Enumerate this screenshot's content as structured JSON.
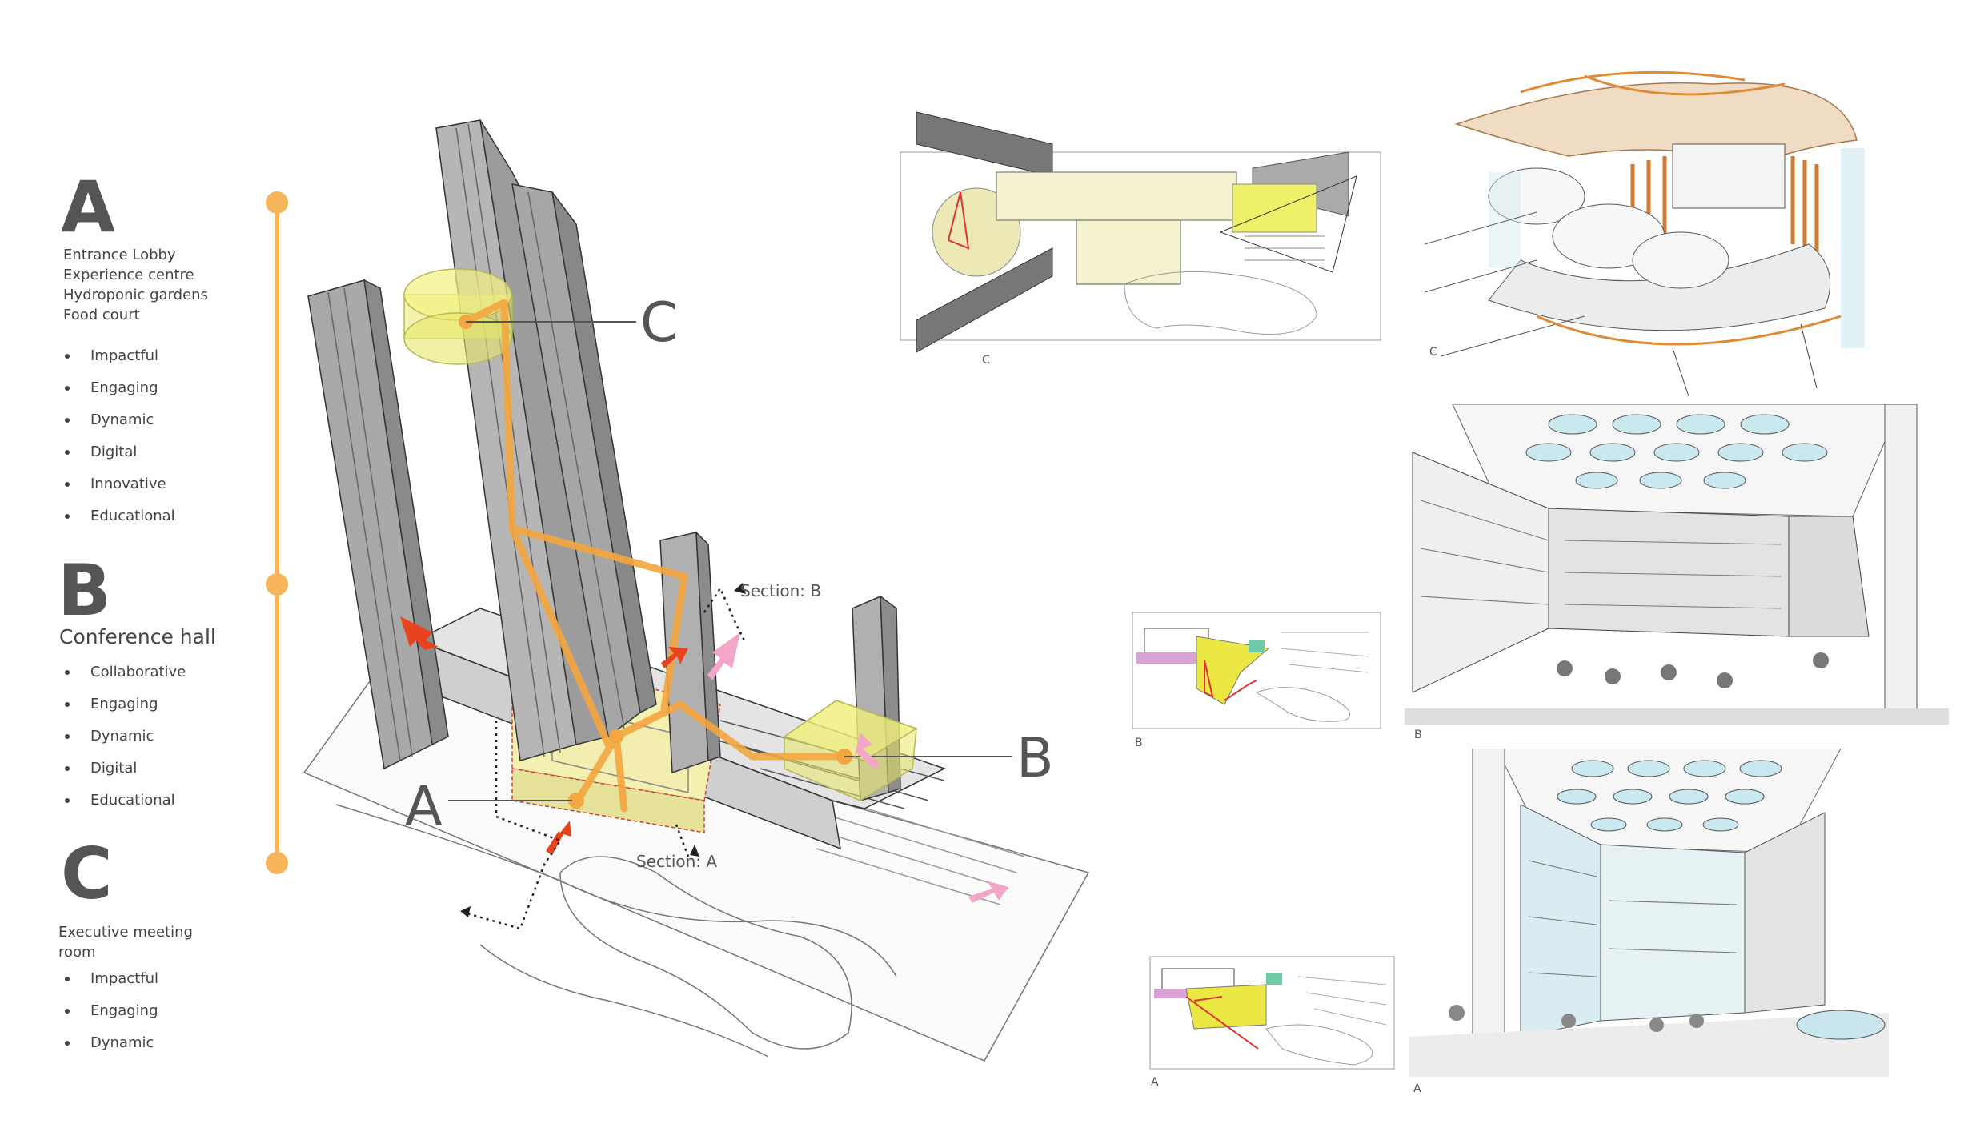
{
  "sections": [
    {
      "letter": "A",
      "lines": [
        "Entrance Lobby",
        "Experience centre",
        "Hydroponic gardens",
        "Food court"
      ],
      "bullets": [
        "Impactful",
        "Engaging",
        "Dynamic",
        "Digital",
        "Innovative",
        "Educational"
      ]
    },
    {
      "letter": "B",
      "subtitle": "Conference hall",
      "bullets": [
        "Collaborative",
        "Engaging",
        "Dynamic",
        "Digital",
        "Educational"
      ]
    },
    {
      "letter": "C",
      "lines": [
        "Executive meeting",
        "room"
      ],
      "bullets": [
        "Impactful",
        "Engaging",
        "Dynamic"
      ]
    }
  ],
  "diagram": {
    "label_a": "A",
    "label_b": "B",
    "label_c": "C",
    "section_a": "Section: A",
    "section_b": "Section: B"
  },
  "captions": {
    "plan_c": "C",
    "sketch_c": "C",
    "plan_b": "B",
    "sketch_b": "B",
    "plan_a": "A",
    "sketch_a": "A"
  },
  "colors": {
    "timeline": "#f7b55a",
    "highlight": "#e8e86a",
    "path": "#f4a640",
    "arrow_red": "#e8431e",
    "arrow_pink": "#f2a6c8"
  }
}
